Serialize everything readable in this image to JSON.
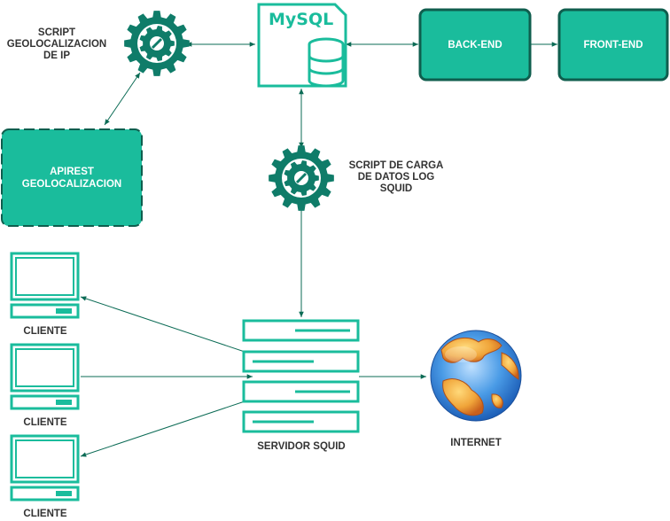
{
  "colors": {
    "accent": "#1abc9c",
    "accent_dark": "#0b7c66",
    "gear": "#0f7c69",
    "arrow": "#0b6b55",
    "label": "#333333",
    "globe_ocean": "#2f84d6",
    "globe_land": "#f0a53a"
  },
  "labels": {
    "script_geo": "SCRIPT\nGEOLOCALIZACION\nDE IP",
    "mysql_title": "MySQL",
    "backend": "BACK-END",
    "frontend": "FRONT-END",
    "apirest": "APIREST\nGEOLOCALIZACION",
    "script_carga": "SCRIPT DE CARGA\nDE DATOS LOG\nSQUID",
    "cliente_1": "CLIENTE",
    "cliente_2": "CLIENTE",
    "cliente_3": "CLIENTE",
    "servidor": "SERVIDOR SQUID",
    "internet": "INTERNET"
  },
  "icons": {
    "gear_geo": "gear-icon",
    "gear_carga": "gear-icon",
    "database": "database-icon",
    "clients": "monitor-icon",
    "server": "server-rack-icon",
    "globe": "globe-icon"
  }
}
